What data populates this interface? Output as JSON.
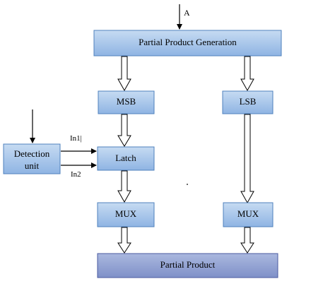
{
  "diagram": {
    "input_label": "A",
    "ppg_label": "Partial Product Generation",
    "msb_label": "MSB",
    "lsb_label": "LSB",
    "latch_label": "Latch",
    "detection_line1": "Detection",
    "detection_line2": "unit",
    "in1_label": "In1|",
    "in2_label": "In2",
    "mux_left_label": "MUX",
    "mux_right_label": "MUX",
    "output_label": "Partial Product"
  },
  "colors": {
    "box_fill_top": "#c6dbf2",
    "box_fill_bottom": "#8fb4e3",
    "box_stroke": "#4f81bd",
    "output_fill_top": "#aab8df",
    "output_fill_bottom": "#7f90c8",
    "output_stroke": "#4a5aa0",
    "arrow_stroke": "#000000"
  }
}
